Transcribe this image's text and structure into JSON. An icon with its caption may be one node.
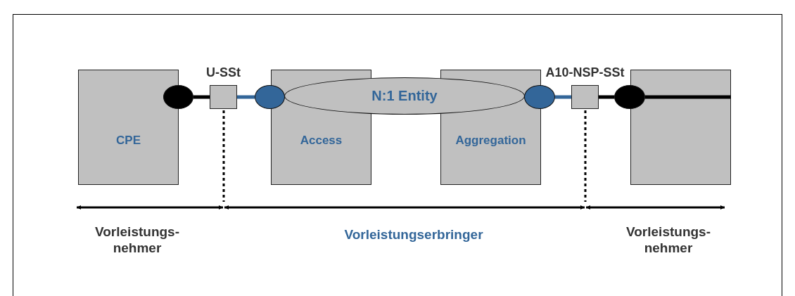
{
  "diagram": {
    "nodes": [
      {
        "text": [
          "CPE"
        ]
      },
      {
        "text": [],
        "shape": "ellipse"
      },
      {
        "text": [
          "U-SSt"
        ]
      },
      {
        "text": [
          "Access"
        ]
      },
      {
        "text": [],
        "shape": "ellipse"
      },
      {
        "text": [
          "N:1 Entity"
        ]
      },
      {
        "text": [
          "Aggregation"
        ]
      },
      {
        "text": [],
        "shape": "ellipse"
      },
      {
        "text": [
          "A10-NSP-SSt"
        ]
      },
      {
        "text": [],
        "shape": "ellipse"
      },
      {
        "text": [],
        "shape": "box"
      }
    ],
    "edges": [
      {
        "from": 1,
        "to": 2,
        "arrow": "none"
      },
      {
        "from": 2,
        "to": 4,
        "arrow": "none",
        "color": "#336699"
      },
      {
        "from": 7,
        "to": 8,
        "arrow": "none",
        "color": "#336699"
      },
      {
        "from": 8,
        "to": 9,
        "arrow": "none"
      },
      {
        "from": 9,
        "to": 10,
        "arrow": "none"
      }
    ],
    "labels": [
      "Vorleistungs- nehmer",
      "Vorleistungserbringer",
      "Vorleistungs- nehmer"
    ]
  }
}
